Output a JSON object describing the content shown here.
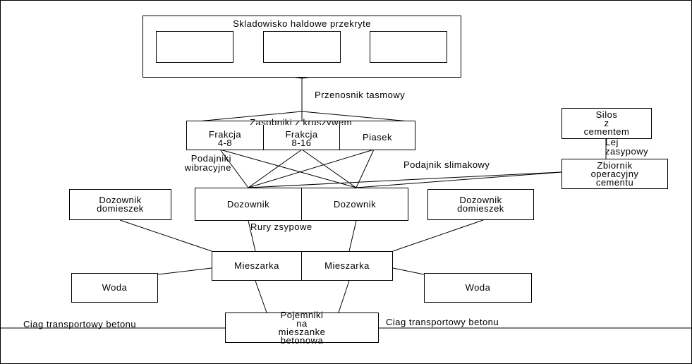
{
  "storage": {
    "title": "Skladowisko haldowe przekryte",
    "bins": [
      "",
      "",
      ""
    ]
  },
  "conveyor_label": "Przenosnik tasmowy",
  "aggregate_bins": {
    "title": "Zasobniki z kruszywem",
    "cells": [
      "Frakcja\n4-8",
      "Frakcja\n8-16",
      "Piasek"
    ]
  },
  "vibratory_feeders_label": "Podajniki\nwibracyjne",
  "cement_silo": "Silos\nz\ncementem",
  "hopper_label": "Lej\nzasypowy",
  "cement_tank": "Zbiornik\noperacyjny\ncementu",
  "screw_feeder_label": "Podajnik slimakowy",
  "admixture_left": "Dozownik\ndomieszek",
  "admixture_right": "Dozownik\ndomieszek",
  "dosers": [
    "Dozownik",
    "Dozownik"
  ],
  "chutes_label": "Rury zsypowe",
  "mixers": [
    "Mieszarka",
    "Mieszarka"
  ],
  "water_left": "Woda",
  "water_right": "Woda",
  "containers": "Pojemniki\nna\nmieszanke\nbetonowa",
  "transport_left": "Ciag transportowy betonu",
  "transport_right": "Ciag transportowy betonu"
}
